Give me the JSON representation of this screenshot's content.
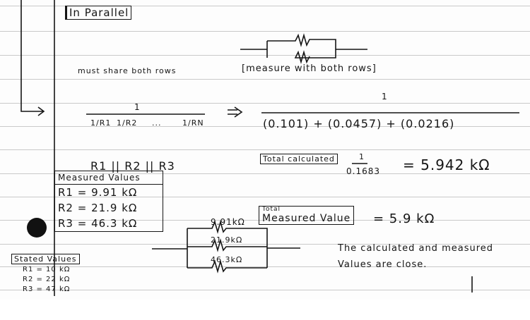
{
  "title": "In Parallel",
  "share_note": "must share both rows",
  "measure_note": "[measure with both rows]",
  "formula": {
    "numerator": "1",
    "terms": [
      "1/R1",
      "1/R2",
      "...",
      "1/RN"
    ],
    "arrow": "=>"
  },
  "substituted": {
    "numerator": "1",
    "denominator": "(0.101) + (0.0457) + (0.0216)"
  },
  "expression": "R1 || R2 || R3",
  "measured_values": {
    "heading": "Measured Values",
    "r1": "R1 = 9.91 kΩ",
    "r2": "R2 = 21.9 kΩ",
    "r3": "R3 = 46.3 kΩ"
  },
  "stated_values": {
    "heading": "Stated Values",
    "r1": "R1 = 10 kΩ",
    "r2": "R2 = 22 kΩ",
    "r3": "R3 = 47 kΩ"
  },
  "total_calculated": {
    "label": "Total calculated",
    "numerator": "1",
    "denominator": "0.1683",
    "result": "= 5.942 kΩ"
  },
  "total_measured": {
    "label_top": "Total",
    "label": "Measured Value",
    "result": "= 5.9 kΩ"
  },
  "circuit_labels": [
    "9.91kΩ",
    "21.9kΩ",
    "46.3kΩ"
  ],
  "conclusion": [
    "The calculated and measured",
    "Values are close."
  ]
}
